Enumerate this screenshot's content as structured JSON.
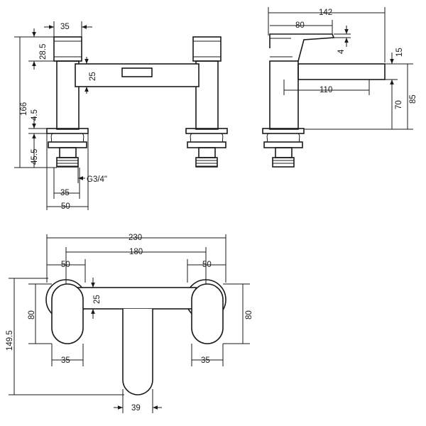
{
  "front_view": {
    "dims": {
      "pillar_top_width": "35",
      "handle_height": "28.5",
      "overall_height": "166",
      "base_thickness": "4.5",
      "shank_length": "45.5",
      "spout_height": "25",
      "thread_size": "G3/4\"",
      "shank_width": "35",
      "base_width": "50"
    }
  },
  "side_view": {
    "dims": {
      "overall_depth": "142",
      "lever_length": "80",
      "lever_thickness": "4",
      "spout_thickness": "15",
      "spout_clearance": "70",
      "spout_height_total": "85",
      "spout_reach": "110"
    }
  },
  "plan_view": {
    "dims": {
      "overall_width": "230",
      "centres": "180",
      "left_base_dia": "50",
      "right_base_dia": "50",
      "spout_width": "25",
      "left_lever_length": "80",
      "right_lever_length": "80",
      "overall_depth": "149.5",
      "left_lever_width": "35",
      "right_lever_width": "35",
      "spout_plan_width": "39"
    }
  }
}
